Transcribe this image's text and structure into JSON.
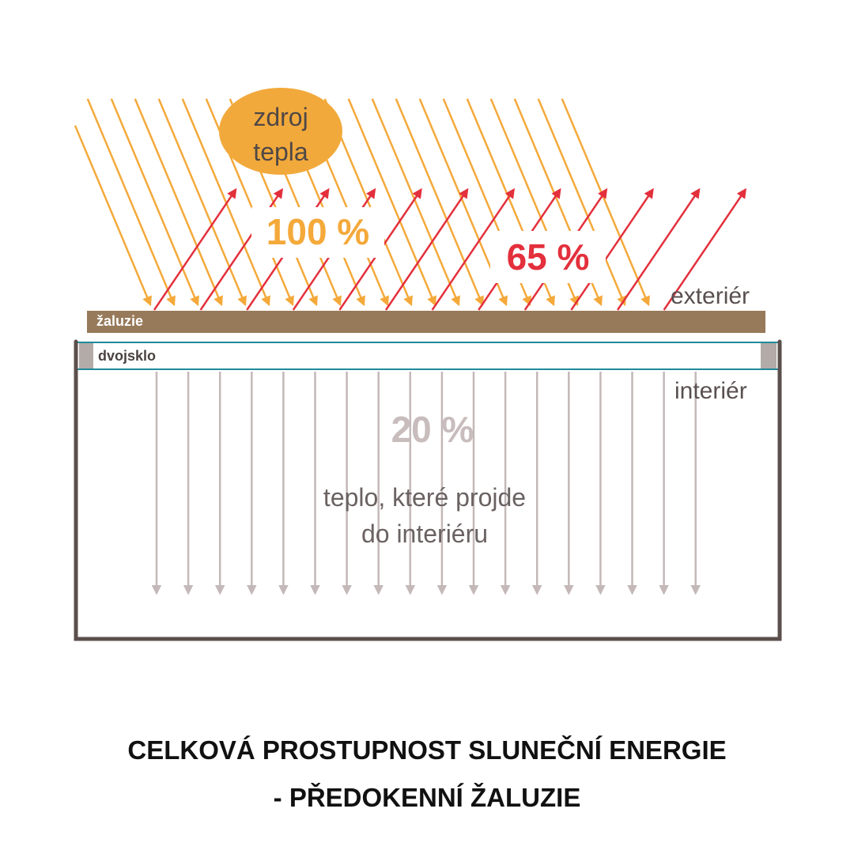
{
  "source_label": [
    "zdroj",
    "tepla"
  ],
  "incoming_percent": "100 %",
  "reflected_percent": "65 %",
  "transmitted_percent": "20 %",
  "exterior_label": "exteriér",
  "interior_label": "interiér",
  "blind_label": "žaluzie",
  "glass_label": "dvojsklo",
  "transmitted_caption": [
    "teplo, které projde",
    "do interiéru"
  ],
  "title": [
    "CELKOVÁ PROSTUPNOST SLUNEČNÍ ENERGIE",
    "- PŘEDOKENNÍ ŽALUZIE"
  ],
  "colors": {
    "incoming": "#f4a93a",
    "reflected": "#e3303c",
    "transmitted": "#c4b8b8",
    "blind": "#977a5a",
    "glass": "#1f8a9a",
    "frame": "#5b4f4c"
  }
}
